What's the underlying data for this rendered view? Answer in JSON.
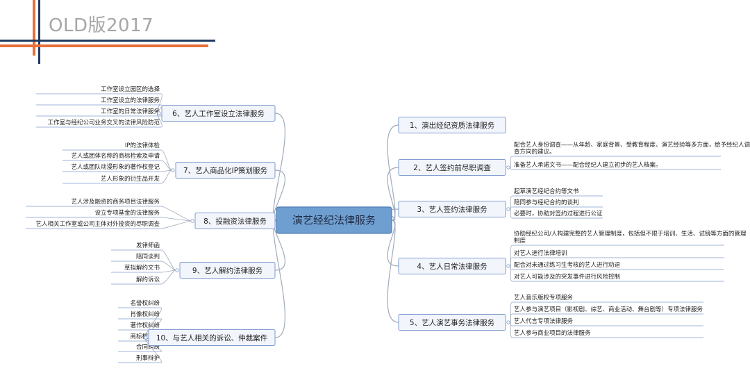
{
  "header": {
    "title": "OLD版2017"
  },
  "colors": {
    "accent_orange": "#e8703a",
    "accent_navy": "#1f3a5f",
    "header_grey": "#a6a6a6",
    "center_fill": "#6f9fd0",
    "branch_fill": "#f2f5fb",
    "branch_border": "#7f9ccf",
    "connector": "#a0aabb"
  },
  "mindmap": {
    "center": "演艺经纪法律服务",
    "right": [
      {
        "label": "1、演出经纪资质法律服务",
        "items": []
      },
      {
        "label": "2、艺人签约前尽职调查",
        "items": [
          "配合艺人身份调查——从年龄、家庭背景、受教育程度、演艺经验等多方面，给予经纪人调查方向的建议。",
          "准备艺人承诺文书——配合经纪人建立初步的艺人档案。"
        ]
      },
      {
        "label": "3、艺人签约法律服务",
        "items": [
          "起草演艺经纪合约等文书",
          "陪同参与经纪合约的谈判",
          "必要时，协助对签约过程进行公证"
        ]
      },
      {
        "label": "4、艺人日常法律服务",
        "items": [
          "协助经纪公司/人构建完整的艺人管理制度，包括但不限于培训、生活、试镜等方面的管理制度",
          "对艺人进行法律培训",
          "配合对未通过练习生考核的艺人进行劝退",
          "对艺人可能涉及的突发事件进行风险控制"
        ]
      },
      {
        "label": "5、艺人演艺事务法律服务",
        "items": [
          "艺人音乐版权专项服务",
          "艺人参与演艺项目（影视剧、综艺、商业活动、舞台剧等）专项法律服务",
          "艺人代言专项法律服务",
          "艺人参与商业项目的法律服务"
        ]
      }
    ],
    "left": [
      {
        "label": "6、艺人工作室设立法律服务",
        "items": [
          "工作室设立园区的选择",
          "工作室设立的法律服务",
          "工作室的日常法律服务",
          "工作室与经纪公司业务交叉的法律风险防范"
        ]
      },
      {
        "label": "7、艺人商品化IP策划服务",
        "items": [
          "IP的法律体检",
          "艺人或团体名称的商标检索及申请",
          "艺人或团队动漫形象的著作权登记",
          "艺人形象的衍生品开发"
        ]
      },
      {
        "label": "8、投融资法律服务",
        "items": [
          "艺人涉及融资的商务项目法律服务",
          "设立专项基金的法律服务",
          "艺人相关工作室或公司主体对外投资的尽职调查"
        ]
      },
      {
        "label": "9、艺人解约法律服务",
        "items": [
          "发律师函",
          "陪同谈判",
          "草拟解约文书",
          "解约诉讼"
        ]
      },
      {
        "label": "10、与艺人相关的诉讼、仲裁案件",
        "items": [
          "名誉权纠纷",
          "肖像权纠纷",
          "著作权纠纷",
          "商标权纠纷",
          "合同纠纷",
          "刑事辩护"
        ]
      }
    ]
  }
}
